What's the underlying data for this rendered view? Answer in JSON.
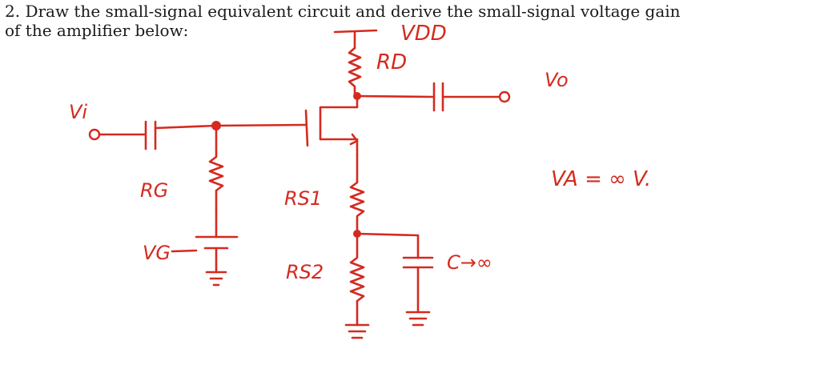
{
  "question": {
    "line1": "2. Draw the small-signal equivalent circuit and derive the small-signal voltage gain",
    "line2": "of the amplifier below:"
  },
  "labels": {
    "vdd": "VDD",
    "rd": "RD",
    "vo": "Vo",
    "vi": "Vi",
    "rg": "RG",
    "rs1": "RS1",
    "rs2": "RS2",
    "vg": "VG",
    "va": "VA = ∞ V.",
    "c_inf": "C→∞"
  },
  "colors": {
    "ink": "#d42a1f",
    "text": "#1a1a1a"
  }
}
